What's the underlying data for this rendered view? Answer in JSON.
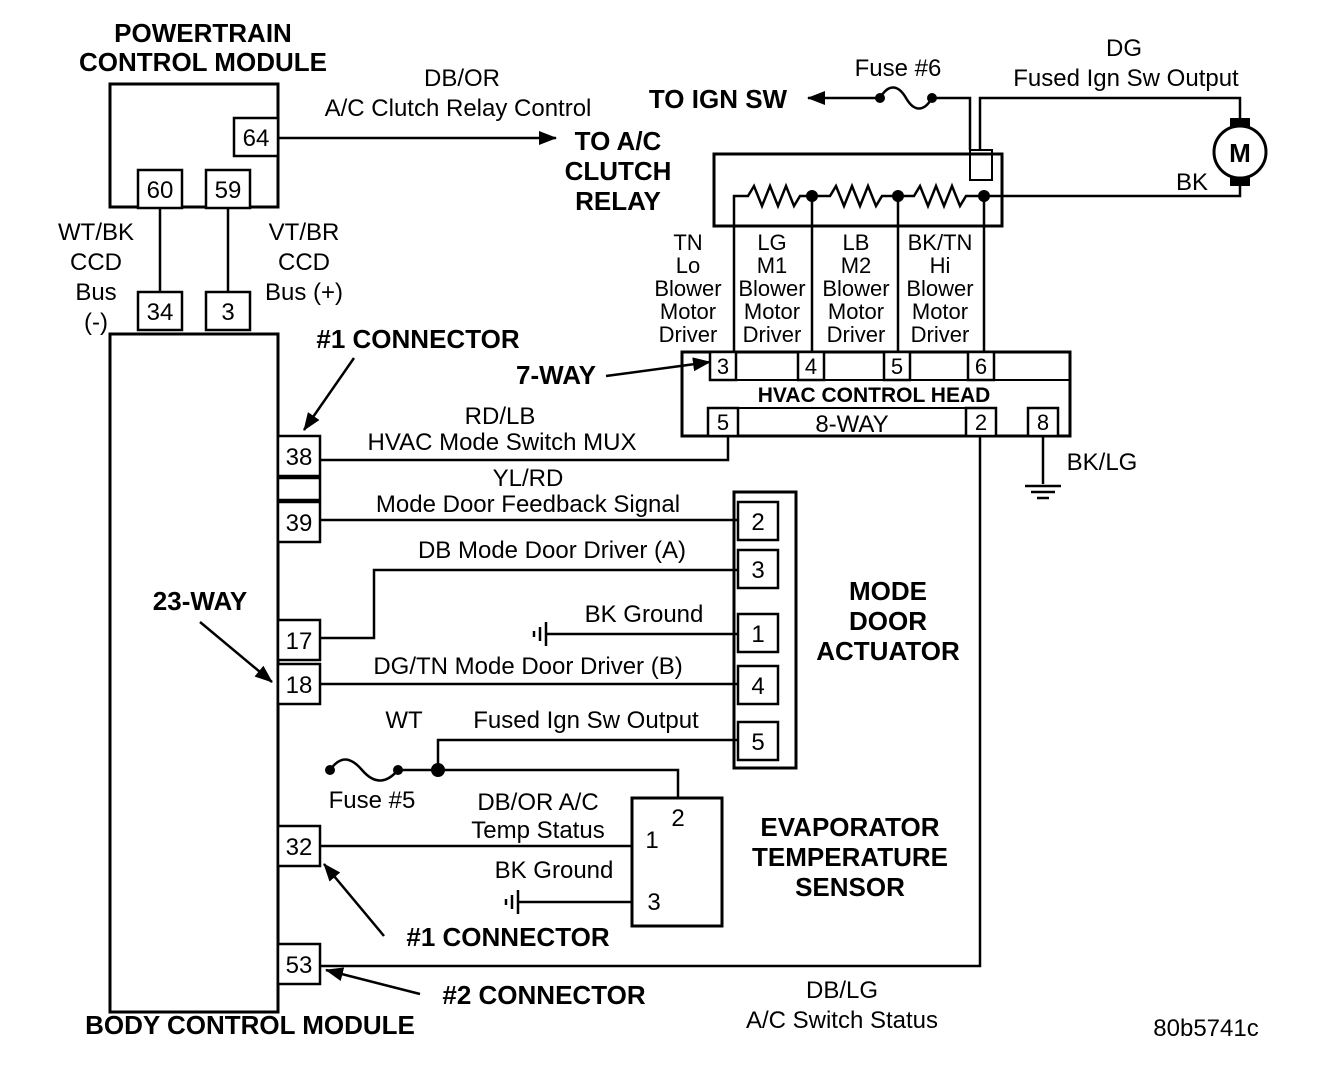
{
  "modules": {
    "pcm": "POWERTRAIN\nCONTROL MODULE",
    "bcm": "BODY CONTROL MODULE",
    "hvac_head": "HVAC CONTROL HEAD",
    "mode_door": "MODE\nDOOR\nACTUATOR",
    "evap_sensor": "EVAPORATOR\nTEMPERATURE\nSENSOR"
  },
  "connectors": {
    "c1_top": "#1 CONNECTOR",
    "c1_bottom": "#1 CONNECTOR",
    "c2": "#2 CONNECTOR",
    "way23": "23-WAY",
    "way7": "7-WAY",
    "way8": "8-WAY"
  },
  "destinations": {
    "ac_relay": "TO A/C\nCLUTCH\nRELAY",
    "ign_sw": "TO IGN SW"
  },
  "pins": {
    "pcm_64": "64",
    "pcm_60": "60",
    "pcm_59": "59",
    "bcm_34": "34",
    "bcm_3": "3",
    "bcm_38": "38",
    "bcm_39": "39",
    "bcm_17": "17",
    "bcm_18": "18",
    "bcm_32": "32",
    "bcm_53": "53",
    "hvac_3": "3",
    "hvac_4": "4",
    "hvac_5_top": "5",
    "hvac_6": "6",
    "hvac_5_bottom": "5",
    "hvac_2": "2",
    "hvac_8": "8",
    "mda_2": "2",
    "mda_3": "3",
    "mda_1": "1",
    "mda_4": "4",
    "mda_5": "5",
    "evap_1": "1",
    "evap_2": "2",
    "evap_3": "3"
  },
  "wires": {
    "ac_relay_color": "DB/OR",
    "ac_relay_label": "A/C Clutch Relay Control",
    "ccd_neg": "WT/BK\nCCD\nBus\n(-)",
    "ccd_pos": "VT/BR\nCCD\nBus (+)",
    "fuse6": "Fuse #6",
    "dg_color": "DG",
    "dg_label": "Fused Ign Sw Output",
    "motor": "M",
    "bk_motor": "BK",
    "tn_lo": "TN\nLo\nBlower\nMotor\nDriver",
    "lg_m1": "LG\nM1\nBlower\nMotor\nDriver",
    "lb_m2": "LB\nM2\nBlower\nMotor\nDriver",
    "bk_tn_hi": "BK/TN\nHi\nBlower\nMotor\nDriver",
    "mux_color": "RD/LB",
    "mux_label": "HVAC Mode Switch MUX",
    "feedback_color": "YL/RD",
    "feedback_label": "Mode Door Feedback Signal",
    "driver_a": "DB Mode Door Driver (A)",
    "bk_ground_1": "BK Ground",
    "driver_b": "DG/TN Mode Door Driver (B)",
    "wt": "WT",
    "fused_ign": "Fused Ign Sw Output",
    "fuse5": "Fuse #5",
    "temp_status": "DB/OR A/C\nTemp Status",
    "bk_ground_2": "BK Ground",
    "bk_lg": "BK/LG",
    "switch_status": "DB/LG\nA/C Switch Status"
  },
  "figure_id": "80b5741c"
}
